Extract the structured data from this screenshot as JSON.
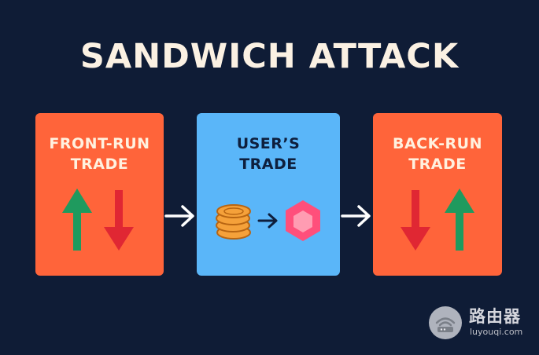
{
  "title": "SANDWICH ATTACK",
  "boxes": {
    "front_run": {
      "label_line1": "FRONT-RUN",
      "label_line2": "TRADE"
    },
    "user": {
      "label_line1": "USER’S",
      "label_line2": "TRADE"
    },
    "back_run": {
      "label_line1": "BACK-RUN",
      "label_line2": "TRADE"
    }
  },
  "watermark": {
    "name": "路由器",
    "url": "luyouqi.com"
  },
  "colors": {
    "background": "#0f1c36",
    "trade_box": "#ff643a",
    "user_box": "#5ab6f9",
    "arrow_up": "#1f9a5e",
    "arrow_down": "#e02733",
    "coin": "#f5a13a",
    "token": "#ff4f7b",
    "connector": "#ffffff"
  }
}
